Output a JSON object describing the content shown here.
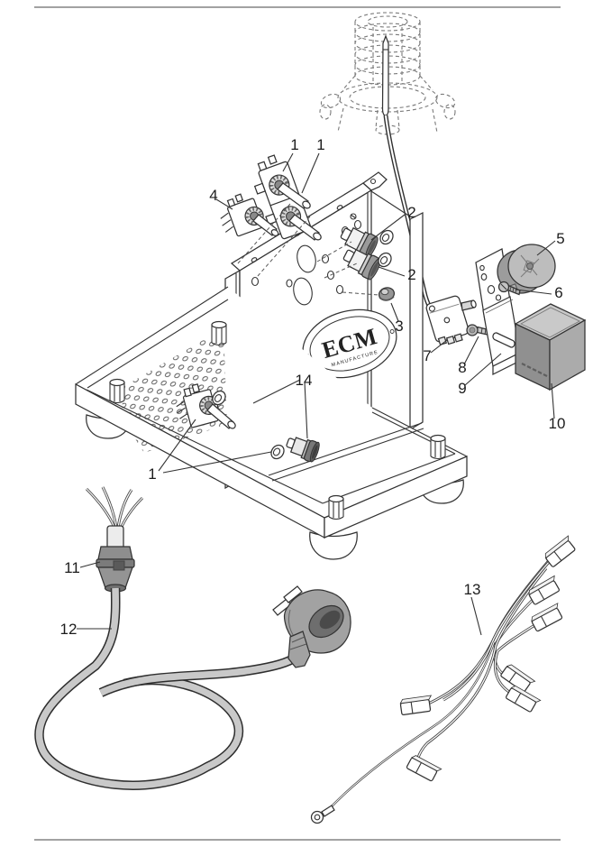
{
  "diagram": {
    "kind": "exploded-parts-diagram",
    "logo": {
      "brand": "ECM",
      "subtitle": "MANUFACTURE"
    },
    "labels": [
      {
        "part": "1"
      },
      {
        "part": "1"
      },
      {
        "part": "4"
      },
      {
        "part": "2"
      },
      {
        "part": "2"
      },
      {
        "part": "3"
      },
      {
        "part": "5"
      },
      {
        "part": "6"
      },
      {
        "part": "7"
      },
      {
        "part": "8"
      },
      {
        "part": "9"
      },
      {
        "part": "10"
      },
      {
        "part": "14"
      },
      {
        "part": "1"
      },
      {
        "part": "11"
      },
      {
        "part": "12"
      },
      {
        "part": "13"
      }
    ],
    "colors": {
      "line": "#2e2e2e",
      "cable_gray": "#c9c9c9",
      "box_dark": "#909090",
      "box_top": "#c9c9c9",
      "box_side": "#ababab",
      "plug_gray": "#a2a2a2",
      "bezel_gray": "#9a9a9a",
      "gland_gray": "#8e8e8e"
    }
  }
}
